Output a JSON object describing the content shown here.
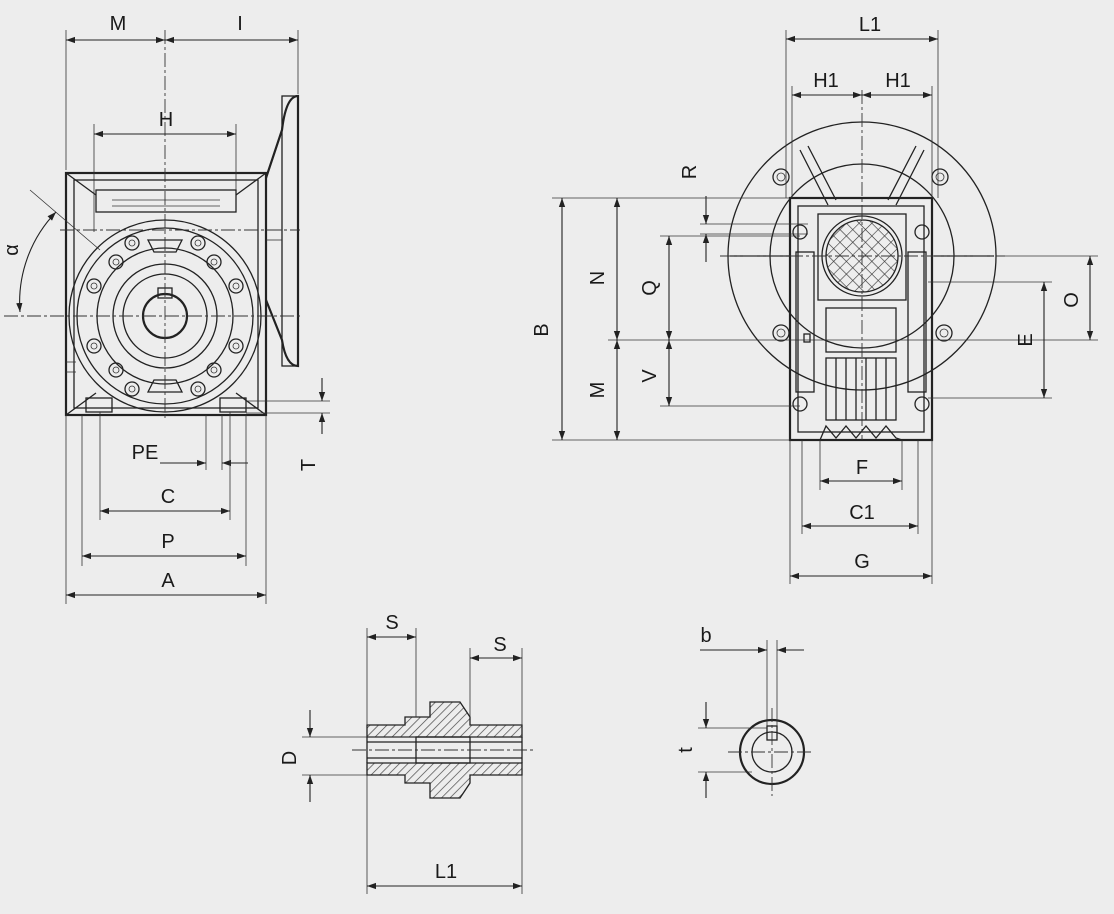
{
  "colors": {
    "background": "#ededed",
    "line": "#222222",
    "hatch": "#444444"
  },
  "front_view": {
    "labels": {
      "m": "M",
      "i": "I",
      "h": "H",
      "alpha": "α",
      "pe": "PE",
      "c": "C",
      "p": "P",
      "a": "A",
      "t": "T"
    }
  },
  "side_view": {
    "labels": {
      "l1": "L1",
      "h1_left": "H1",
      "h1_right": "H1",
      "r": "R",
      "b": "B",
      "n": "N",
      "q": "Q",
      "m": "M",
      "v": "V",
      "o": "O",
      "e": "E",
      "f": "F",
      "c1": "C1",
      "g": "G"
    }
  },
  "hollow_shaft": {
    "labels": {
      "s_left": "S",
      "s_right": "S",
      "d": "D",
      "l1": "L1"
    }
  },
  "keyway": {
    "labels": {
      "b": "b",
      "t": "t"
    }
  }
}
